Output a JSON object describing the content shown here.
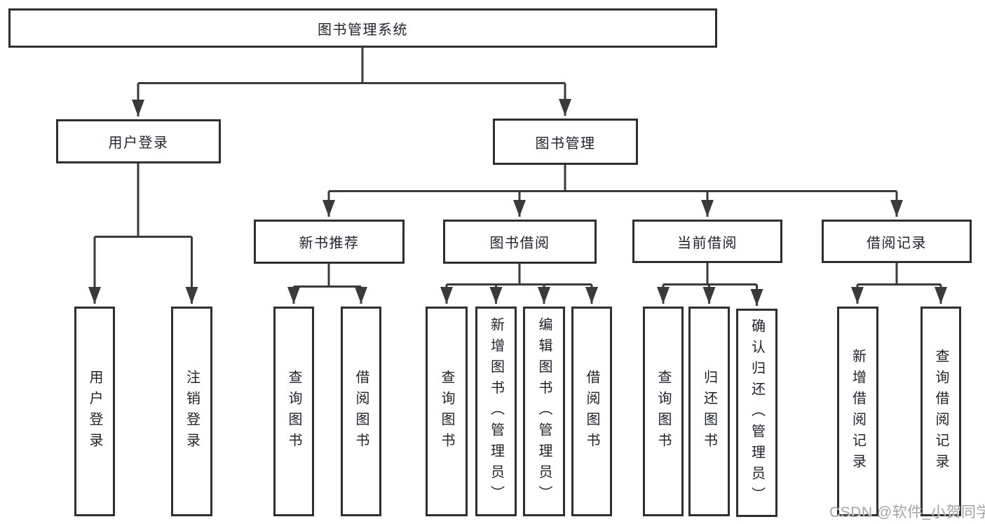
{
  "title": "图书管理系统",
  "watermark": "CSDN @软件_小贺同学",
  "colors": {
    "line": "#3a3a3a",
    "box_border": "#2f2f2f",
    "box_fill": "#ffffff",
    "text": "#1e222b",
    "watermark": "#a3a3a3"
  },
  "tree": {
    "label": "图书管理系统",
    "children": [
      {
        "label": "用户登录",
        "children": [
          {
            "label": "用户登录"
          },
          {
            "label": "注销登录"
          }
        ]
      },
      {
        "label": "图书管理",
        "children": [
          {
            "label": "新书推荐",
            "children": [
              {
                "label": "查询图书"
              },
              {
                "label": "借阅图书"
              }
            ]
          },
          {
            "label": "图书借阅",
            "children": [
              {
                "label": "查询图书"
              },
              {
                "label": "新增图书（管理员）"
              },
              {
                "label": "编辑图书（管理员）"
              },
              {
                "label": "借阅图书"
              }
            ]
          },
          {
            "label": "当前借阅",
            "children": [
              {
                "label": "查询图书"
              },
              {
                "label": "归还图书"
              },
              {
                "label": "确认归还（管理员）"
              }
            ]
          },
          {
            "label": "借阅记录",
            "children": [
              {
                "label": "新增借阅记录"
              },
              {
                "label": "查询借阅记录"
              }
            ]
          }
        ]
      }
    ]
  }
}
